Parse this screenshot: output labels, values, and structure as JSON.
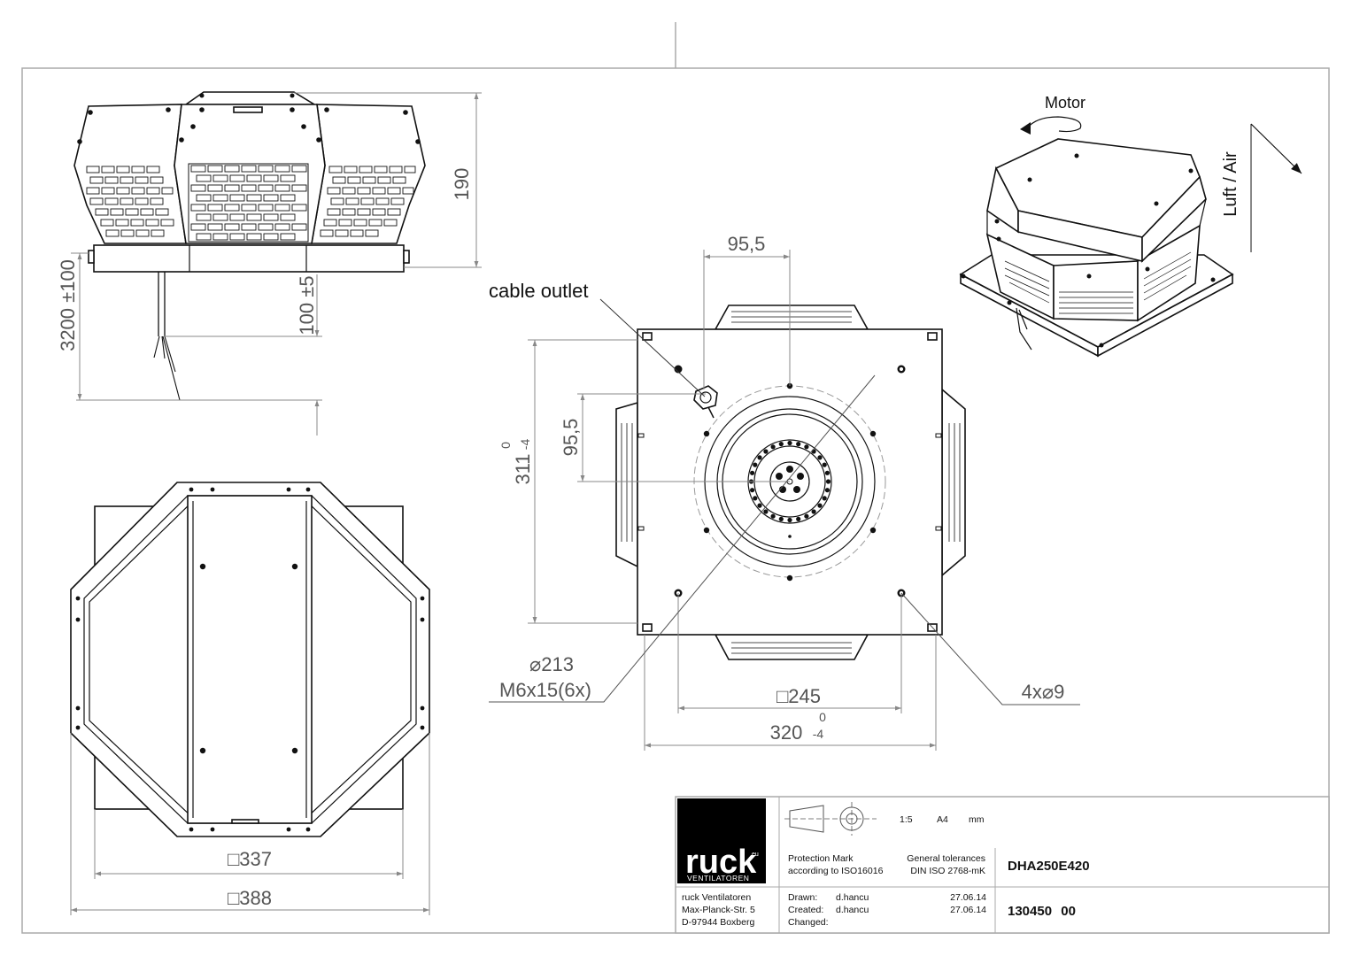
{
  "product": {
    "type_code": "DHA250E420",
    "drawing_number": "130450",
    "revision": "00"
  },
  "labels": {
    "cable_outlet": "cable outlet",
    "motor": "Motor",
    "air_direction": "Luft / Air"
  },
  "dimensions": {
    "height_190": "190",
    "cable_length": "3200",
    "cable_length_tol": "±100",
    "base_gap": "100",
    "base_gap_tol": "±5",
    "top_offset_h": "95,5",
    "side_offset_v": "95,5",
    "square_311": "311",
    "square_311_tol_upper": "0",
    "square_311_tol_lower": "-4",
    "diameter_213_symbol": "⌀",
    "diameter_213": "213",
    "screw_spec": "M6x15(6x)",
    "square_245_symbol": "□",
    "square_245": "245",
    "width_320": "320",
    "width_320_tol_upper": "0",
    "width_320_tol_lower": "-4",
    "holes_prefix": "4x",
    "holes_symbol": "⌀",
    "holes_diameter": "9",
    "square_337_symbol": "□",
    "square_337": "337",
    "square_388_symbol": "□",
    "square_388": "388"
  },
  "title_block": {
    "logo_text": "ruck",
    "logo_superscript": "eu",
    "logo_subtitle": "VENTILATOREN",
    "company_name": "ruck Ventilatoren",
    "company_street": "Max-Planck-Str. 5",
    "company_city": "D-97944 Boxberg",
    "scale": "1:5",
    "paper_format": "A4",
    "units": "mm",
    "protection_mark_line1": "Protection Mark",
    "protection_mark_line2": "according to ISO16016",
    "tolerances_line1": "General tolerances",
    "tolerances_line2": "DIN ISO 2768-mK",
    "drawn_label": "Drawn:",
    "drawn_by": "d.hancu",
    "drawn_date": "27.06.14",
    "created_label": "Created:",
    "created_by": "d.hancu",
    "created_date": "27.06.14",
    "changed_label": "Changed:"
  },
  "colors": {
    "frame": "#aaaaaa",
    "dimension_text": "#555555",
    "line_work": "#111111",
    "logo_background": "#000000",
    "logo_text": "#ffffff"
  }
}
